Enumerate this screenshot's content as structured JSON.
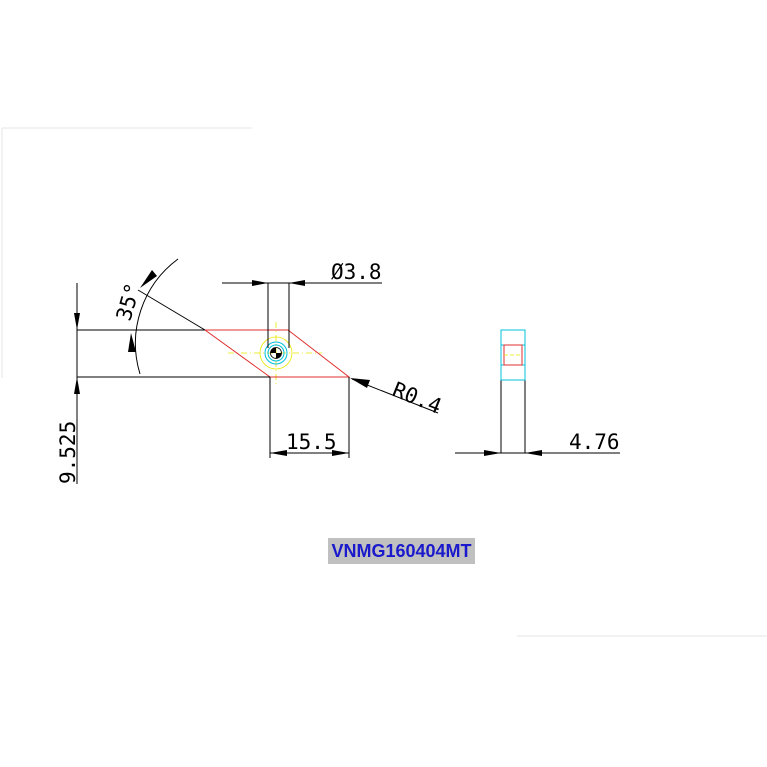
{
  "drawing": {
    "dimensions": {
      "hole_diameter": "Ø3.8",
      "corner_radius": "R0.4",
      "inscribed_circle": "9.525",
      "edge_length": "15.5",
      "thickness": "4.76",
      "angle": "35°"
    },
    "model_label": "VNMG160404MT"
  },
  "colors": {
    "outline": "#e03030",
    "dimension": "#000000",
    "centerline": "#e8e800",
    "hole": "#00c0d8",
    "label_text": "#1a1acc",
    "label_background": "#c0c0c0"
  }
}
